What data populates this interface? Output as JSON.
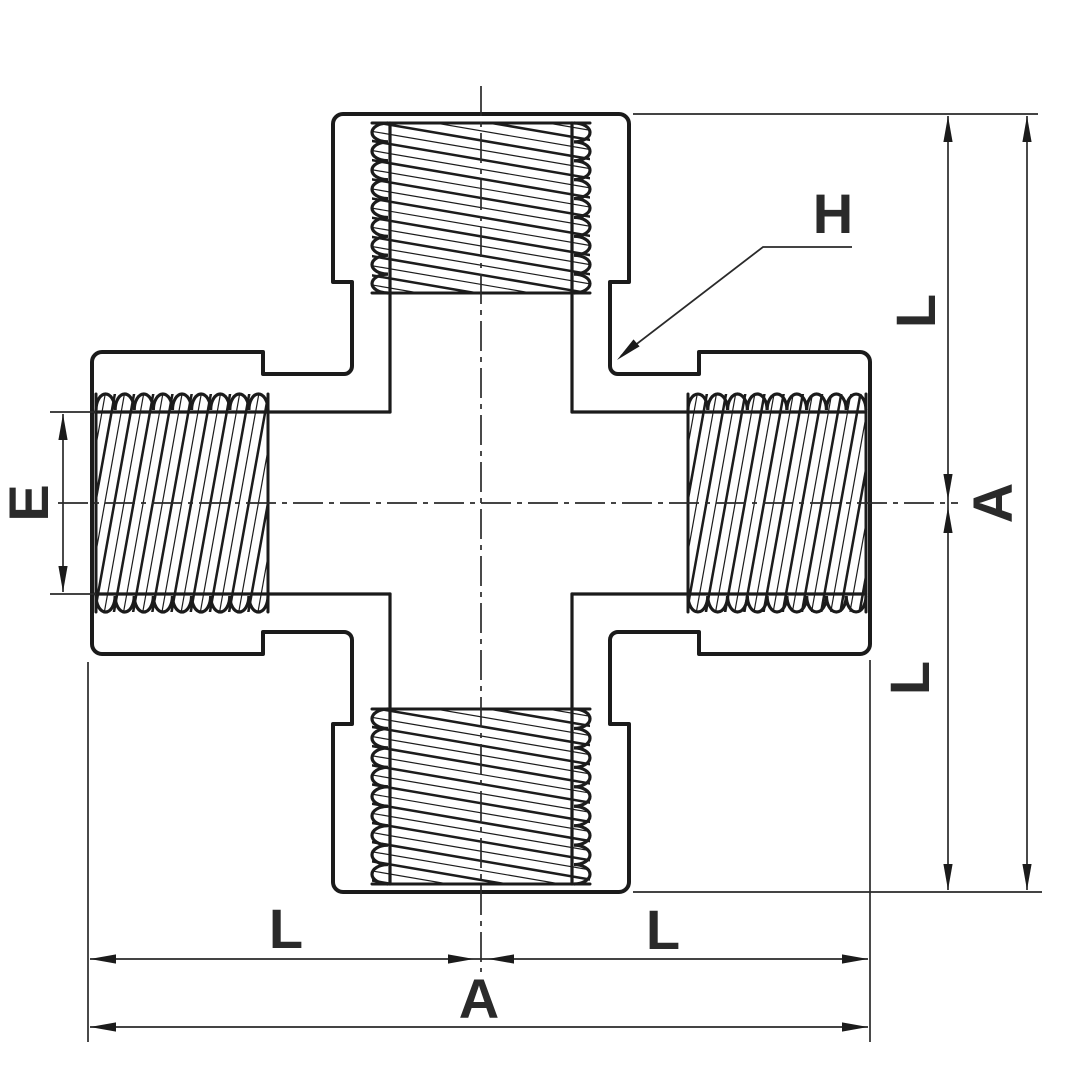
{
  "drawing": {
    "kind": "cross-fitting-technical-drawing",
    "colors": {
      "line": "#1b1b1b",
      "thin_line": "#2a2a2a",
      "text": "#2a2a2a",
      "background": "#ffffff"
    },
    "labels": {
      "thread_diameter": "E",
      "hex_corner": "H",
      "right_upper_length": "L",
      "right_lower_length": "L",
      "right_overall": "A",
      "bottom_left_length": "L",
      "bottom_right_length": "L",
      "bottom_overall": "A"
    }
  }
}
